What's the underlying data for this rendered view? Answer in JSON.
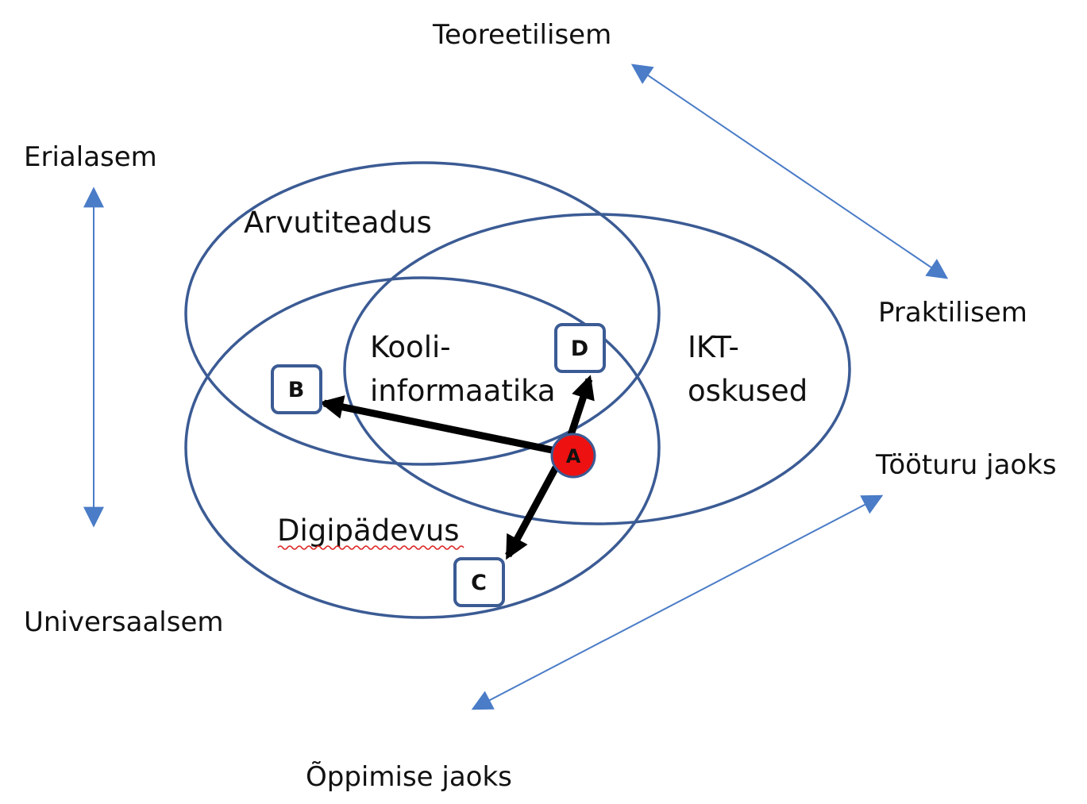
{
  "axes": {
    "vertical": {
      "top": "Erialasem",
      "bottom": "Universaalsem"
    },
    "diag_top": {
      "start": "Teoreetilisem",
      "end": "Praktilisem"
    },
    "diag_bottom": {
      "start": "Tööturu jaoks",
      "end": "Õppimise jaoks"
    }
  },
  "sets": {
    "arvutiteadus": "Arvutiteadus",
    "kooliinformaatika_line1": "Kooli-",
    "kooliinformaatika_line2": "informaatika",
    "ikt_line1": "IKT-",
    "ikt_line2": "oskused",
    "digipadevus": "Digipädevus"
  },
  "points": {
    "a": "A",
    "b": "B",
    "c": "C",
    "d": "D"
  },
  "colors": {
    "ellipse_stroke": "#3b5b94",
    "axis_arrow": "#4a7cc7",
    "node_fill": "#ee1111",
    "arrow": "#000000",
    "spellcheck": "#dd2222"
  }
}
